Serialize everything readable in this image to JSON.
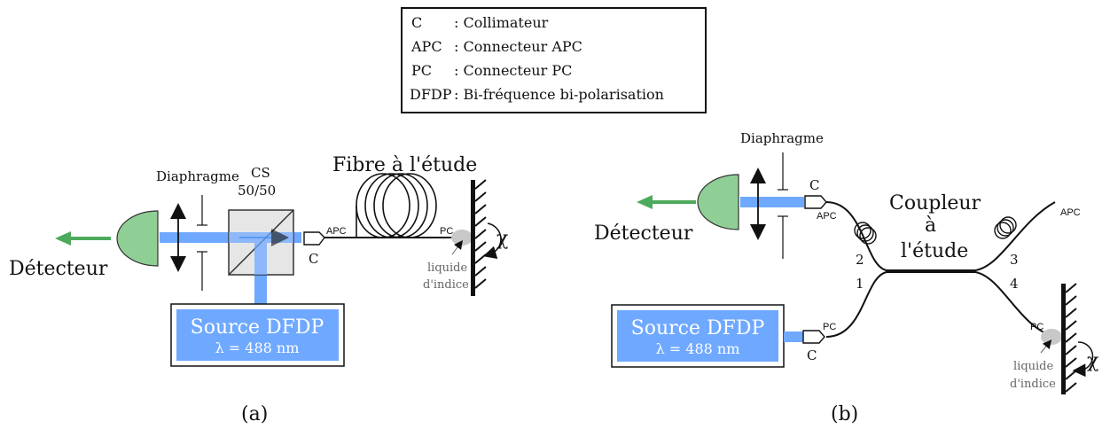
{
  "legend": {
    "entries": [
      {
        "abbr": "C",
        "desc": ": Collimateur"
      },
      {
        "abbr": "APC",
        "desc": ": Connecteur APC"
      },
      {
        "abbr": "PC",
        "desc": ": Connecteur PC"
      },
      {
        "abbr": "DFDP",
        "desc": ": Bi-fréquence bi-polarisation"
      }
    ]
  },
  "panel_a": {
    "label": "(a)",
    "detector": "Détecteur",
    "diaphragm": "Diaphragme",
    "splitter_line1": "CS",
    "splitter_line2": "50/50",
    "fiber": "Fibre à l'étude",
    "apc": "APC",
    "collimator": "C",
    "pc": "PC",
    "chi": "χ",
    "index_line1": "liquide",
    "index_line2": "d'indice",
    "source_line1": "Source DFDP",
    "source_line2": "λ = 488 nm"
  },
  "panel_b": {
    "label": "(b)",
    "detector": "Détecteur",
    "diaphragm": "Diaphragme",
    "collimator_top": "C",
    "apc_top": "APC",
    "coupler_line1": "Coupleur",
    "coupler_line2": "à",
    "coupler_line3": "l'étude",
    "port1": "1",
    "port2": "2",
    "port3": "3",
    "port4": "4",
    "apc_right": "APC",
    "pc_source": "PC",
    "collimator_bottom": "C",
    "pc_mirror": "PC",
    "chi": "χ",
    "index_line1": "liquide",
    "index_line2": "d'indice",
    "source_line1": "Source DFDP",
    "source_line2": "λ = 488 nm"
  },
  "colors": {
    "beam": "#6fa8ff",
    "beam_dark": "#3f86f0",
    "source_fill": "#6fa8ff",
    "detector_fill": "#8fcf95",
    "detector_arrow": "#4caa5c",
    "splitter_fill": "#e6e6e6",
    "index_drop": "#c8c8c8"
  }
}
